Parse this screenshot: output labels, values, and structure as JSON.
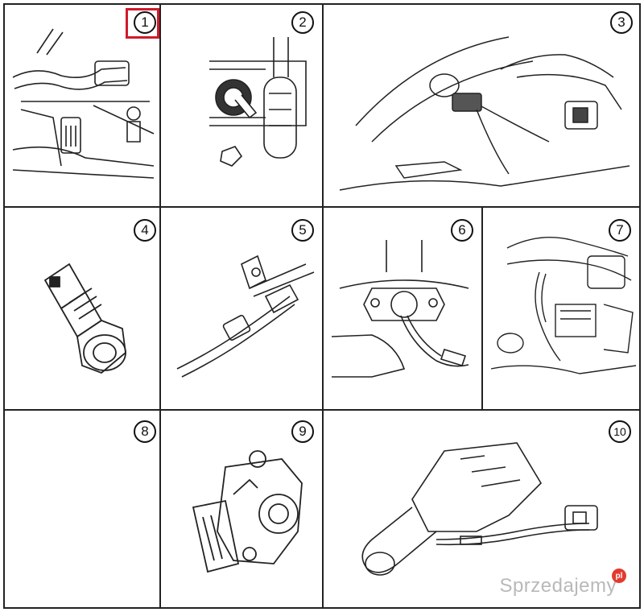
{
  "panels": [
    {
      "number": "1",
      "highlighted": true,
      "content": "sensor-connector-engine-bay"
    },
    {
      "number": "2",
      "content": "sensor-on-bracket"
    },
    {
      "number": "3",
      "content": "engine-wiring-harness"
    },
    {
      "number": "4",
      "content": "temperature-sensor"
    },
    {
      "number": "5",
      "content": "sensor-cable-bracket"
    },
    {
      "number": "6",
      "content": "throttle-position-sensor-mounted"
    },
    {
      "number": "7",
      "content": "engine-wiring-close-up"
    },
    {
      "number": "8",
      "content": "empty"
    },
    {
      "number": "9",
      "content": "throttle-position-sensor"
    },
    {
      "number": "10",
      "content": "exhaust-gas-temperature-sensor"
    }
  ],
  "highlight_color": "#d11a2a",
  "watermark": {
    "text": "Sprzedajemy",
    "badge": "pl"
  }
}
